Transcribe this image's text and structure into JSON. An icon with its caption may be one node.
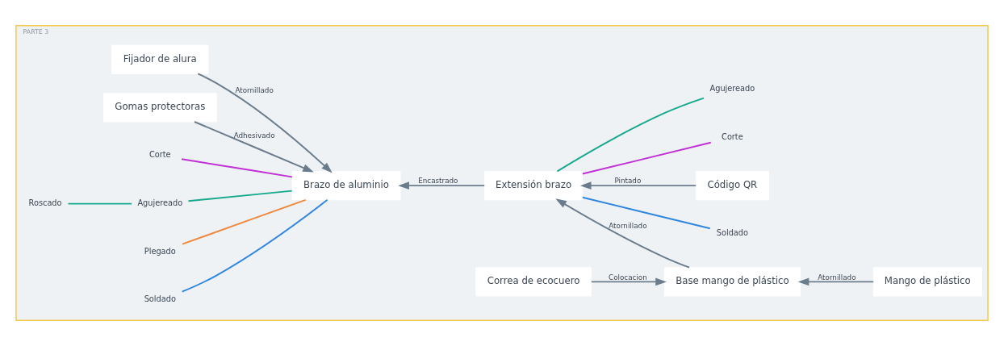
{
  "diagram": {
    "nodes": [
      {
        "text": [
          "PARTE 3"
        ]
      },
      {
        "text": [
          "Fijador de alura"
        ],
        "in": 0
      },
      {
        "text": [
          "Gomas protectoras"
        ],
        "in": 0
      },
      {
        "text": [
          "Brazo de aluminio"
        ],
        "in": 0
      },
      {
        "text": [
          "Corte"
        ],
        "in": 0
      },
      {
        "text": [
          "Roscado"
        ],
        "in": 0
      },
      {
        "text": [
          "Agujereado"
        ],
        "in": 0
      },
      {
        "text": [
          "Plegado"
        ],
        "in": 0
      },
      {
        "text": [
          "Soldado"
        ],
        "in": 0
      },
      {
        "text": [
          "Extensión brazo"
        ],
        "in": 0
      },
      {
        "text": [
          "Corte"
        ],
        "in": 0
      },
      {
        "text": [
          "Agujereado"
        ],
        "in": 0
      },
      {
        "text": [
          "Soldado"
        ],
        "in": 0
      },
      {
        "text": [
          "Código QR"
        ],
        "in": 0
      },
      {
        "text": [
          "Correa de ecocuero"
        ],
        "in": 0
      },
      {
        "text": [
          "Base mango de plástico"
        ],
        "in": 0
      },
      {
        "text": [
          "Mango de plástico"
        ],
        "in": 0
      }
    ],
    "edges": [
      {
        "from": 1,
        "to": 3,
        "arrow": "to",
        "label": "Atornillado"
      },
      {
        "from": 2,
        "to": 3,
        "arrow": "to",
        "label": "Adhesivado"
      },
      {
        "from": 4,
        "to": 3,
        "arrow": "none",
        "color": "#c12fd6"
      },
      {
        "from": 5,
        "to": 6,
        "arrow": "none",
        "color": "#14a88c"
      },
      {
        "from": 6,
        "to": 3,
        "arrow": "none",
        "color": "#14a88c"
      },
      {
        "from": 7,
        "to": 3,
        "arrow": "none",
        "color": "#f0883e"
      },
      {
        "from": 8,
        "to": 3,
        "arrow": "none",
        "color": "#2f86e0"
      },
      {
        "from": 9,
        "to": 3,
        "arrow": "to",
        "label": "Encastrado"
      },
      {
        "from": 9,
        "to": 10,
        "arrow": "none",
        "color": "#c12fd6"
      },
      {
        "from": 9,
        "to": 11,
        "arrow": "none",
        "color": "#14a88c"
      },
      {
        "from": 9,
        "to": 12,
        "arrow": "none",
        "color": "#2f86e0"
      },
      {
        "from": 13,
        "to": 9,
        "arrow": "to",
        "label": "Pintado"
      },
      {
        "from": 15,
        "to": 9,
        "arrow": "to",
        "label": "Atornillado"
      },
      {
        "from": 14,
        "to": 15,
        "arrow": "to",
        "label": "Colocacion"
      },
      {
        "from": 16,
        "to": 15,
        "arrow": "to",
        "label": "Atornillado"
      }
    ]
  }
}
